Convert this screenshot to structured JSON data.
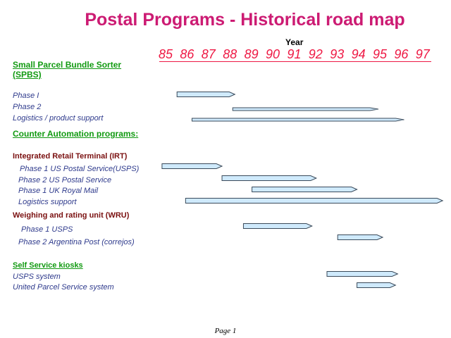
{
  "title": "Postal Programs - Historical road map",
  "year_label": "Year",
  "years": [
    "85",
    "86",
    "87",
    "88",
    "89",
    "90",
    "91",
    "92",
    "93",
    "94",
    "95",
    "96",
    "97"
  ],
  "sections": [
    {
      "heading": "Small Parcel Bundle Sorter (SPBS)",
      "heading_line1": "Small Parcel Bundle Sorter",
      "heading_line2": "(SPBS)"
    },
    {
      "heading": "Counter Automation programs:"
    },
    {
      "heading": "Self Service kiosks"
    }
  ],
  "subheadings": [
    "Integrated Retail Terminal (IRT)",
    "Weighing and rating unit (WRU)"
  ],
  "items": [
    {
      "label": "Phase I",
      "start": 85.5,
      "end": 88.2,
      "thick": true
    },
    {
      "label": "Phase 2",
      "start": 88.1,
      "end": 94.9,
      "thick": false
    },
    {
      "label": "Logistics / product support",
      "start": 86.2,
      "end": 96.1,
      "thick": false
    },
    {
      "label": "Phase 1 US Postal Service(USPS)",
      "start": 84.8,
      "end": 87.6,
      "thick": true
    },
    {
      "label": "Phase 2 US Postal Service",
      "start": 87.6,
      "end": 92.0,
      "thick": true
    },
    {
      "label": "Phase 1 UK Royal Mail",
      "start": 89.0,
      "end": 93.9,
      "thick": true
    },
    {
      "label": "Logistics support",
      "start": 85.9,
      "end": 97.9,
      "thick": true
    },
    {
      "label": "Phase 1 USPS",
      "start": 88.6,
      "end": 91.8,
      "thick": true
    },
    {
      "label": "Phase 2 Argentina Post (correjos)",
      "start": 93.0,
      "end": 95.1,
      "thick": true
    },
    {
      "label": "USPS system",
      "start": 92.5,
      "end": 95.8,
      "thick": true
    },
    {
      "label": "United Parcel Service system",
      "start": 93.9,
      "end": 95.7,
      "thick": true
    }
  ],
  "footer": "Page 1",
  "colors": {
    "title": "#cc1b73",
    "years": "#ee1944",
    "section": "#129a12",
    "subheading": "#7a1010",
    "item": "#2e3a8c",
    "bar_fill": "#cfeafc",
    "bar_stroke": "#3a4a5a"
  }
}
